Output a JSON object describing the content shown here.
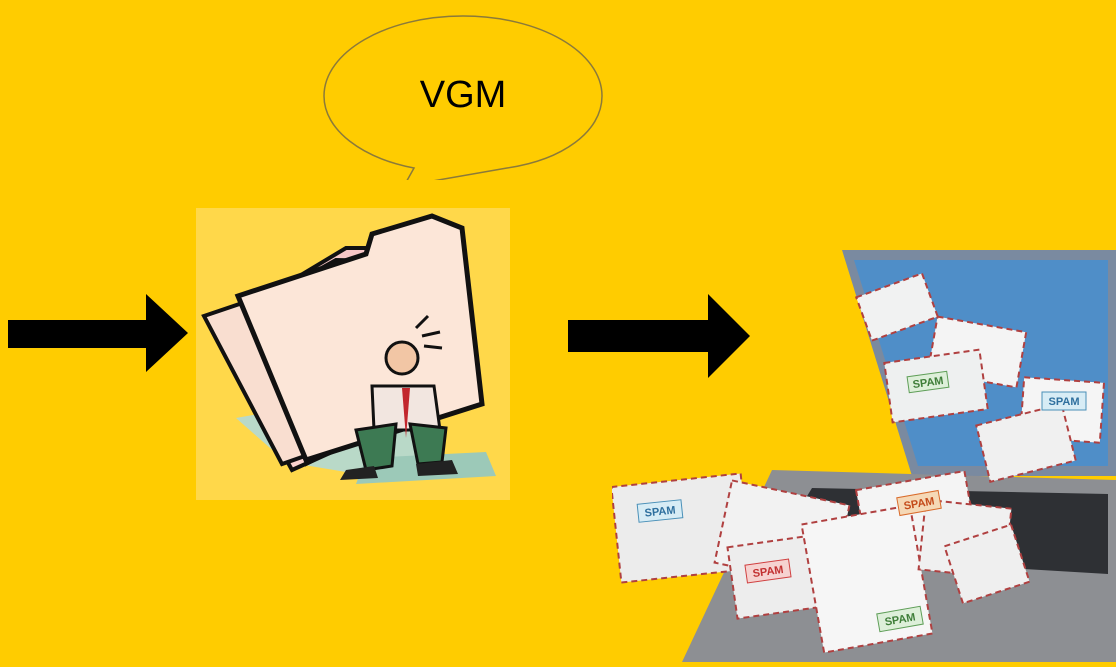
{
  "bubble": {
    "text": "VGM"
  },
  "spam_labels": [
    "SPAM",
    "SPAM",
    "SPAM",
    "SPAM",
    "SPAM",
    "SPAM"
  ],
  "colors": {
    "background": "#FFCC00",
    "arrow": "#000000"
  }
}
